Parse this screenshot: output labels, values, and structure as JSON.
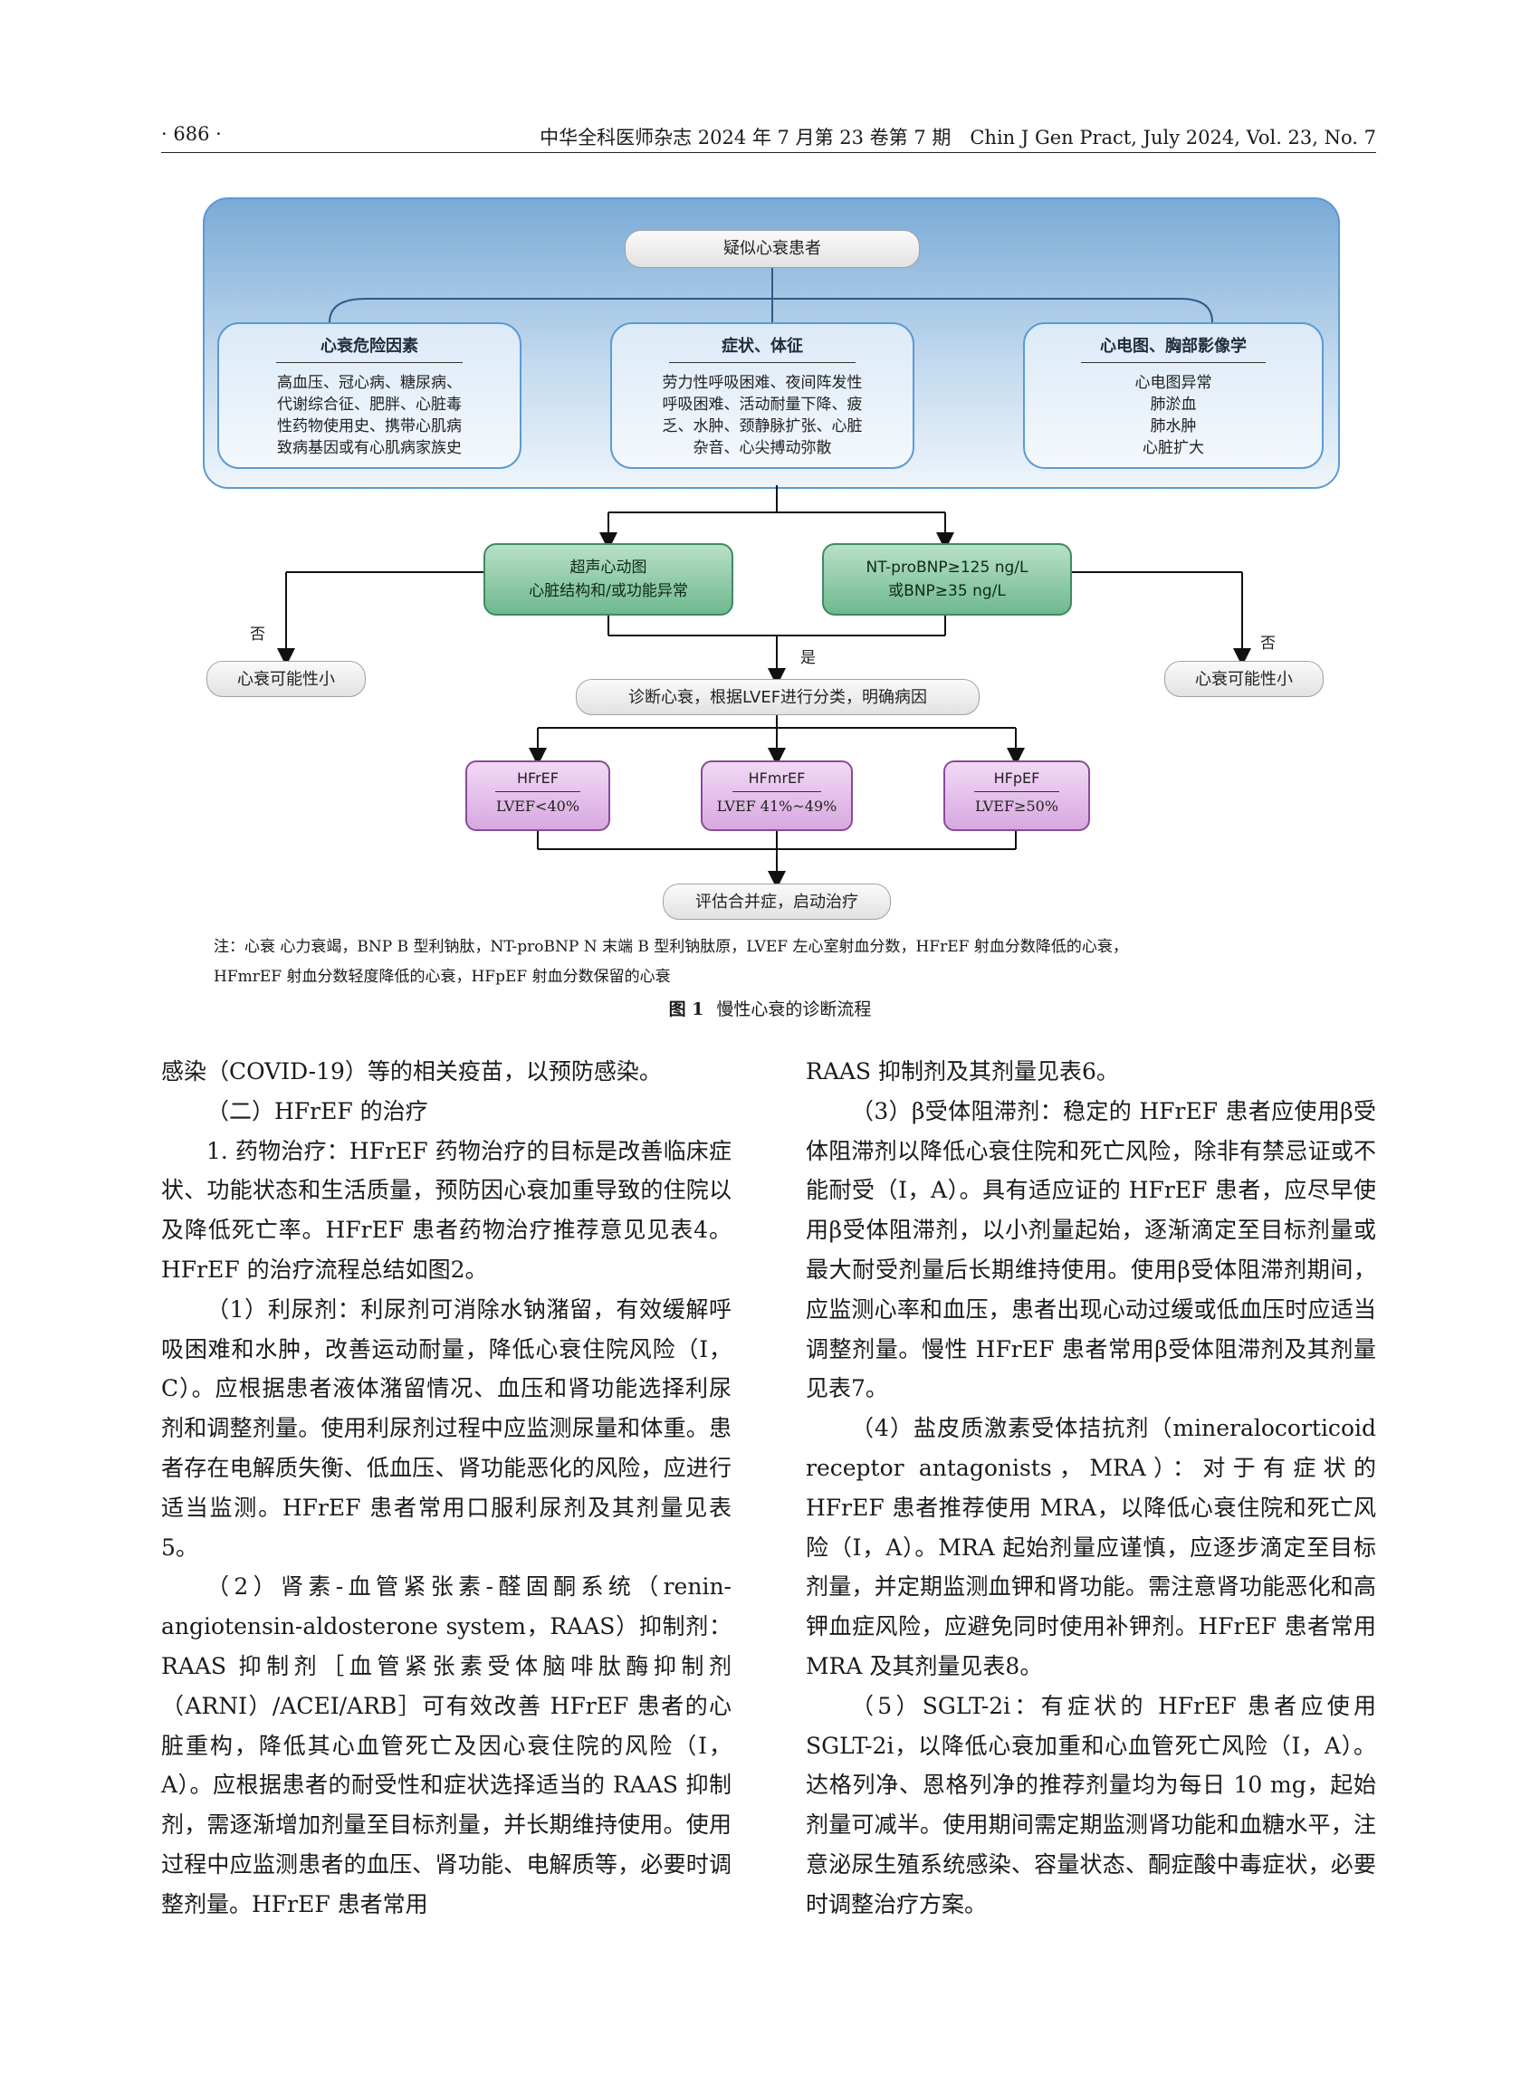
{
  "header": {
    "page_number": "· 686 ·",
    "journal": "中华全科医师杂志 2024 年 7 月第 23 卷第 7 期　Chin J Gen Pract, July 2024, Vol. 23, No. 7"
  },
  "figure": {
    "top_box": "疑似心衰患者",
    "categories": [
      {
        "title": "心衰危险因素",
        "body": "高血压、冠心病、糖尿病、\n代谢综合征、肥胖、心脏毒\n性药物使用史、携带心肌病\n致病基因或有心肌病家族史"
      },
      {
        "title": "症状、体征",
        "body": "劳力性呼吸困难、夜间阵发性\n呼吸困难、活动耐量下降、疲\n乏、水肿、颈静脉扩张、心脏\n杂音、心尖搏动弥散"
      },
      {
        "title": "心电图、胸部影像学",
        "body": "心电图异常\n肺淤血\n肺水肿\n心脏扩大"
      }
    ],
    "echo_line1": "超声心动图",
    "echo_line2": "心脏结构和/或功能异常",
    "bnp_line1": "NT-proBNP≥125 ng/L",
    "bnp_line2": "或BNP≥35 ng/L",
    "no_label_left": "否",
    "no_label_right": "否",
    "yes_label": "是",
    "unlikely_left": "心衰可能性小",
    "unlikely_right": "心衰可能性小",
    "diagnose": "诊断心衰，根据LVEF进行分类，明确病因",
    "types": [
      {
        "title": "HFrEF",
        "value": "LVEF<40%"
      },
      {
        "title": "HFmrEF",
        "value": "LVEF 41%~49%"
      },
      {
        "title": "HFpEF",
        "value": "LVEF≥50%"
      }
    ],
    "final": "评估合并症，启动治疗",
    "note_line1": "注：心衰 心力衰竭，BNP B 型利钠肽，NT-proBNP N 末端 B 型利钠肽原，LVEF 左心室射血分数，HFrEF 射血分数降低的心衰，",
    "note_line2": "HFmrEF 射血分数轻度降低的心衰，HFpEF 射血分数保留的心衰",
    "caption_label": "图 1",
    "caption_text": "慢性心衰的诊断流程"
  },
  "left_column": [
    {
      "cls": "cont",
      "text": "感染（COVID-19）等的相关疫苗，以预防感染。"
    },
    {
      "cls": "head",
      "text": "（二）HFrEF 的治疗"
    },
    {
      "cls": "",
      "text": "1. 药物治疗：HFrEF 药物治疗的目标是改善临床症状、功能状态和生活质量，预防因心衰加重导致的住院以及降低死亡率。HFrEF 患者药物治疗推荐意见见表4。HFrEF 的治疗流程总结如图2。"
    },
    {
      "cls": "",
      "text": "（1）利尿剂：利尿剂可消除水钠潴留，有效缓解呼吸困难和水肿，改善运动耐量，降低心衰住院风险（Ⅰ，C）。应根据患者液体潴留情况、血压和肾功能选择利尿剂和调整剂量。使用利尿剂过程中应监测尿量和体重。患者存在电解质失衡、低血压、肾功能恶化的风险，应进行适当监测。HFrEF 患者常用口服利尿剂及其剂量见表5。"
    },
    {
      "cls": "",
      "text": "（2）肾素-血管紧张素-醛固酮系统（renin-angiotensin-aldosterone system，RAAS）抑制剂：RAAS 抑制剂［血管紧张素受体脑啡肽酶抑制剂（ARNI）/ACEI/ARB］可有效改善 HFrEF 患者的心脏重构，降低其心血管死亡及因心衰住院的风险（Ⅰ，A）。应根据患者的耐受性和症状选择适当的 RAAS 抑制剂，需逐渐增加剂量至目标剂量，并长期维持使用。使用过程中应监测患者的血压、肾功能、电解质等，必要时调整剂量。HFrEF 患者常用"
    }
  ],
  "right_column": [
    {
      "cls": "cont",
      "text": "RAAS 抑制剂及其剂量见表6。"
    },
    {
      "cls": "",
      "text": "（3）β受体阻滞剂：稳定的 HFrEF 患者应使用β受体阻滞剂以降低心衰住院和死亡风险，除非有禁忌证或不能耐受（Ⅰ，A）。具有适应证的 HFrEF 患者，应尽早使用β受体阻滞剂，以小剂量起始，逐渐滴定至目标剂量或最大耐受剂量后长期维持使用。使用β受体阻滞剂期间，应监测心率和血压，患者出现心动过缓或低血压时应适当调整剂量。慢性 HFrEF 患者常用β受体阻滞剂及其剂量见表7。"
    },
    {
      "cls": "",
      "text": "（4）盐皮质激素受体拮抗剂（mineralocorticoid receptor antagonists，MRA）：对于有症状的 HFrEF 患者推荐使用 MRA，以降低心衰住院和死亡风险（Ⅰ，A）。MRA 起始剂量应谨慎，应逐步滴定至目标剂量，并定期监测血钾和肾功能。需注意肾功能恶化和高钾血症风险，应避免同时使用补钾剂。HFrEF 患者常用MRA 及其剂量见表8。"
    },
    {
      "cls": "",
      "text": "（5）SGLT-2i：有症状的 HFrEF 患者应使用 SGLT-2i，以降低心衰加重和心血管死亡风险（Ⅰ，A）。达格列净、恩格列净的推荐剂量均为每日 10 mg，起始剂量可减半。使用期间需定期监测肾功能和血糖水平，注意泌尿生殖系统感染、容量状态、酮症酸中毒症状，必要时调整治疗方案。"
    }
  ]
}
